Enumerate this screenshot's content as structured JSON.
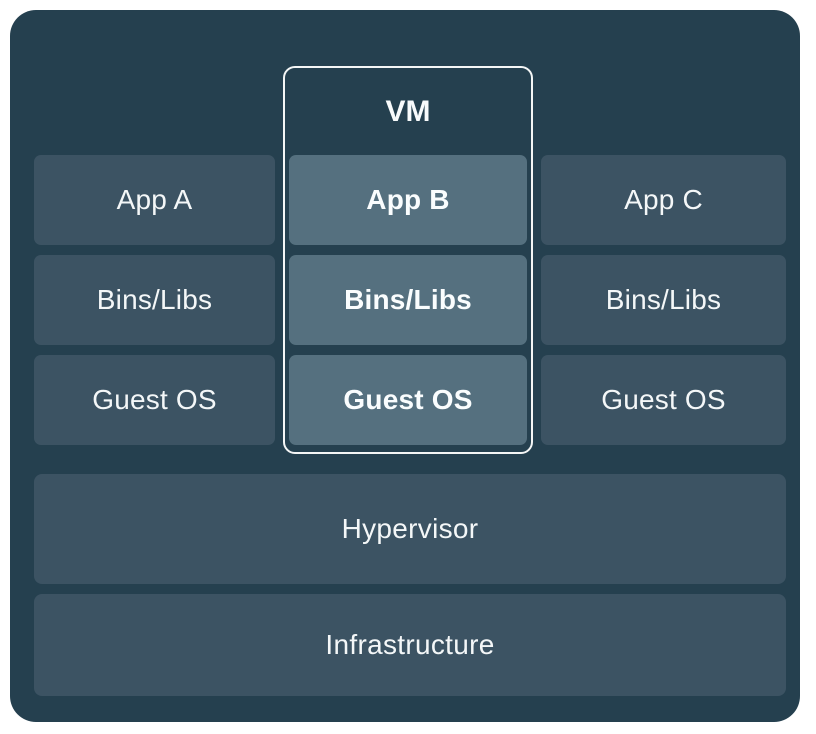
{
  "diagram": {
    "vm": {
      "label": "VM",
      "cells": [
        "App B",
        "Bins/Libs",
        "Guest OS"
      ]
    },
    "left_column": {
      "cells": [
        "App A",
        "Bins/Libs",
        "Guest OS"
      ]
    },
    "right_column": {
      "cells": [
        "App C",
        "Bins/Libs",
        "Guest OS"
      ]
    },
    "base_rows": [
      "Hypervisor",
      "Infrastructure"
    ]
  },
  "colors": {
    "page_background": "#ffffff",
    "board_background": "#25404f",
    "cell_background": "#3c5363",
    "vm_cell_background": "#55707f",
    "vm_border": "#f4f6f6",
    "text": "#f4f7f8"
  }
}
